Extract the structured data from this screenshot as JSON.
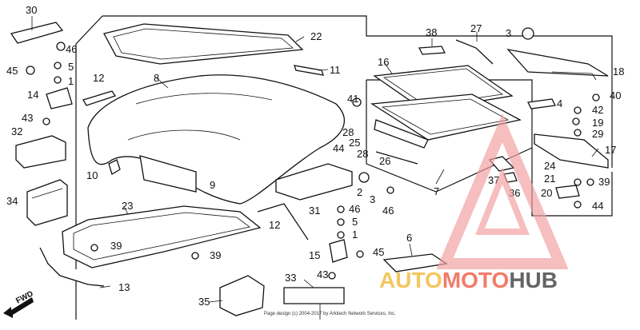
{
  "diagram": {
    "callouts": [
      "30",
      "46",
      "5",
      "45",
      "1",
      "14",
      "43",
      "32",
      "34",
      "12",
      "8",
      "22",
      "11",
      "10",
      "9",
      "23",
      "39",
      "39",
      "13",
      "35",
      "33",
      "43",
      "12",
      "31",
      "46",
      "5",
      "1",
      "15",
      "45",
      "2",
      "3",
      "46",
      "41",
      "28",
      "25",
      "44",
      "28",
      "26",
      "16",
      "38",
      "27",
      "3",
      "4",
      "18",
      "42",
      "19",
      "29",
      "40",
      "17",
      "24",
      "21",
      "39",
      "20",
      "44",
      "37",
      "36",
      "7",
      "6"
    ],
    "copyright": "Page design (c) 2004-2017 by Arkitech Network Services, Inc.",
    "fwd_label": "FWD"
  },
  "watermark": {
    "part1": "AUTO",
    "part2": "MOTO",
    "part3": "HUB",
    "color_auto": "#f2c14e",
    "color_moto": "#f26d5b",
    "color_hub": "#555555",
    "triangle_color": "#f2a0a0"
  }
}
